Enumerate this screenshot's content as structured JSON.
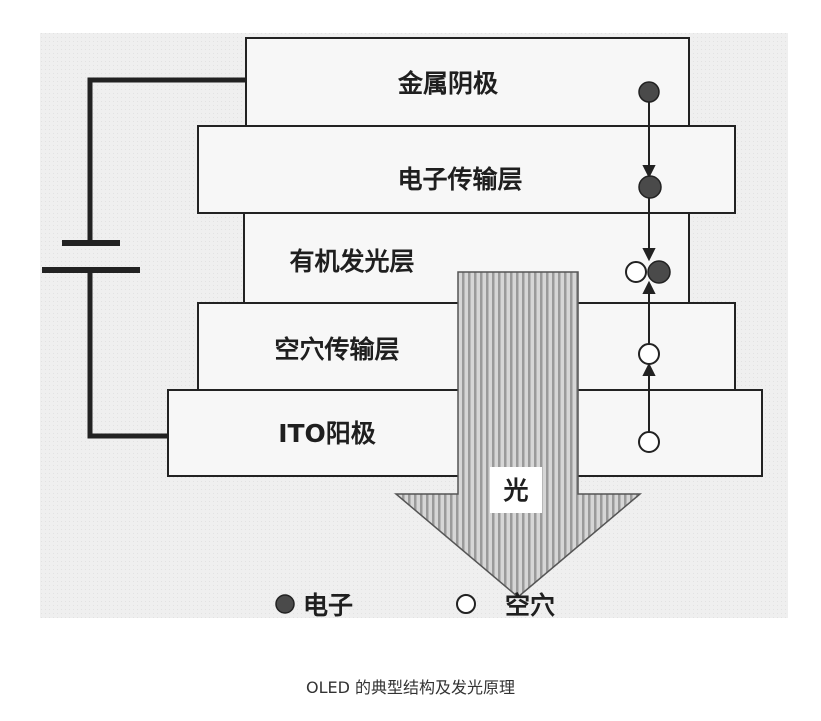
{
  "diagram": {
    "layers": [
      {
        "key": "cathode",
        "label": "金属阴极"
      },
      {
        "key": "etl",
        "label": "电子传输层"
      },
      {
        "key": "eml",
        "label": "有机发光层"
      },
      {
        "key": "htl",
        "label": "空穴传输层"
      },
      {
        "key": "anode",
        "label": "ITO阳极"
      }
    ],
    "light_label": "光",
    "legend": {
      "electron": "电子",
      "hole": "空穴"
    },
    "colors": {
      "background": "#efefef",
      "layer_fill": "#f7f7f7",
      "stroke": "#222222",
      "electron": "#4a4a4a",
      "hole": "#ffffff",
      "light_arrow": "#aaaaaa"
    }
  },
  "caption": "OLED 的典型结构及发光原理"
}
